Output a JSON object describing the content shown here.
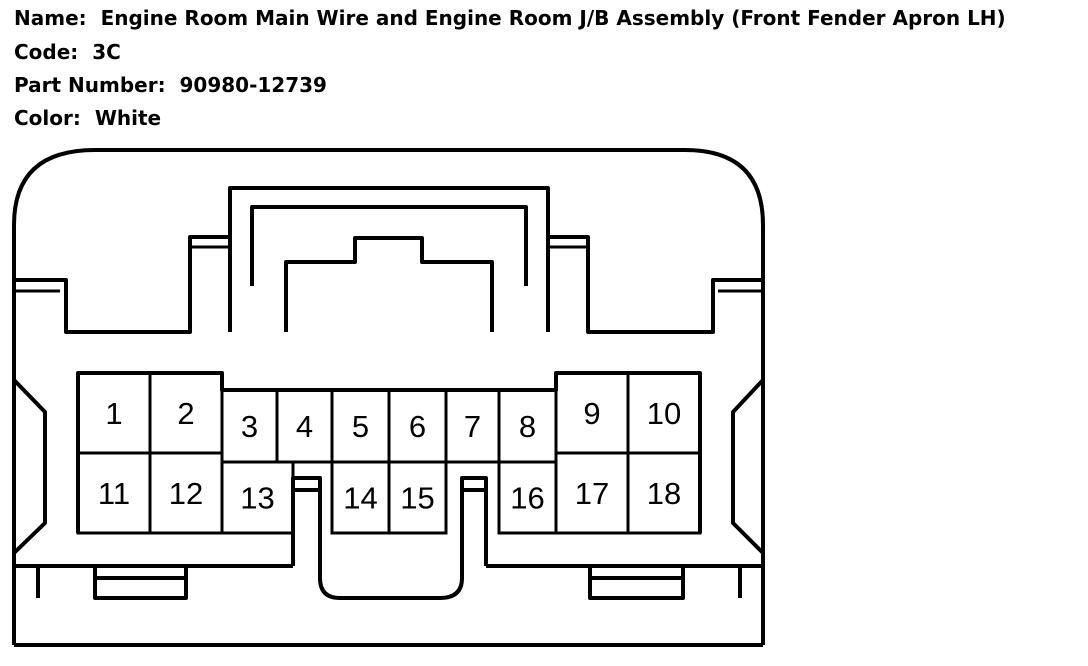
{
  "header": {
    "name_label": "Name:",
    "name_value": "Engine Room Main Wire and Engine Room J/B Assembly (Front Fender Apron LH)",
    "code_label": "Code:",
    "code_value": "3C",
    "part_label": "Part Number:",
    "part_value": "90980-12739",
    "color_label": "Color:",
    "color_value": "White"
  },
  "connector": {
    "pins_top": [
      "1",
      "2",
      "3",
      "4",
      "5",
      "6",
      "7",
      "8",
      "9",
      "10"
    ],
    "pins_bottom": [
      "11",
      "12",
      "13",
      "14",
      "15",
      "16",
      "17",
      "18"
    ]
  },
  "colors": {
    "stroke": "#000000",
    "background": "#ffffff"
  }
}
